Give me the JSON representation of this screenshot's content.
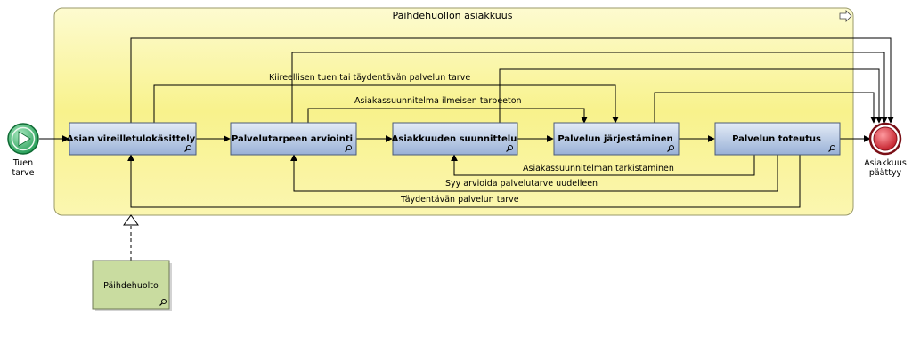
{
  "pool": {
    "title": "Päihdehuollon asiakkuus"
  },
  "start_event": {
    "label_line1": "Tuen",
    "label_line2": "tarve"
  },
  "end_event": {
    "label_line1": "Asiakkuus",
    "label_line2": "päättyy"
  },
  "tasks": [
    {
      "id": "t1",
      "label": "Asian vireilletulokäsittely"
    },
    {
      "id": "t2",
      "label": "Palvelutarpeen arviointi"
    },
    {
      "id": "t3",
      "label": "Asiakkuuden suunnittelu"
    },
    {
      "id": "t4",
      "label": "Palvelun järjestäminen"
    },
    {
      "id": "t5",
      "label": "Palvelun toteutus"
    }
  ],
  "flow_labels": {
    "urgent_need": "Kiireellisen tuen tai täydentävän palvelun tarve",
    "plan_unneeded": "Asiakassuunnitelma ilmeisen tarpeeton",
    "plan_review": "Asiakassuunnitelman tarkistaminen",
    "reassess": "Syy arvioida palvelutarve uudelleen",
    "supplementary": "Täydentävän palvelun tarve"
  },
  "data_object": {
    "label": "Päihdehuolto"
  },
  "colors": {
    "pool_fill": "#fbf7a4",
    "pool_border": "#9a9a6a",
    "task_fill_top": "#dfe8f4",
    "task_fill_bottom": "#9fb6d8",
    "task_border": "#4a5a78",
    "data_fill": "#c9dca0",
    "start_fill": "#34b36a",
    "end_fill": "#d8323c"
  }
}
